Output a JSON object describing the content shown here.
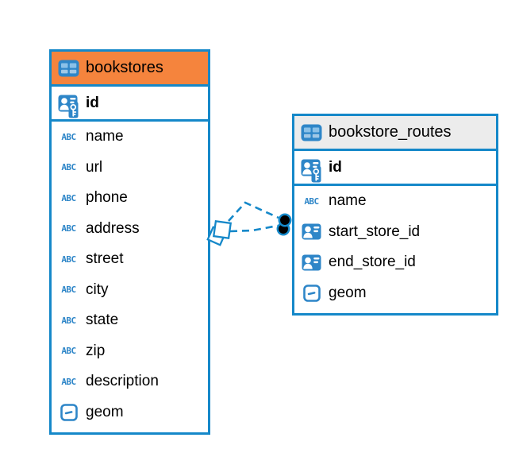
{
  "colors": {
    "accent_blue": "#1588c9",
    "icon_blue": "#2e86c8",
    "icon_light_blue": "#8ac1e8",
    "header_orange": "#f5843d",
    "header_gray": "#ececec",
    "text": "#000000",
    "endpoint_black": "#000000",
    "background": "#ffffff"
  },
  "tables": [
    {
      "name": "bookstores",
      "header_color": "#f5843d",
      "columns": [
        {
          "name": "id",
          "icon": "primary-key"
        },
        {
          "name": "name",
          "icon": "text"
        },
        {
          "name": "url",
          "icon": "text"
        },
        {
          "name": "phone",
          "icon": "text"
        },
        {
          "name": "address",
          "icon": "text"
        },
        {
          "name": "street",
          "icon": "text"
        },
        {
          "name": "city",
          "icon": "text"
        },
        {
          "name": "state",
          "icon": "text"
        },
        {
          "name": "zip",
          "icon": "text"
        },
        {
          "name": "description",
          "icon": "text"
        },
        {
          "name": "geom",
          "icon": "geometry"
        }
      ]
    },
    {
      "name": "bookstore_routes",
      "header_color": "#ececec",
      "columns": [
        {
          "name": "id",
          "icon": "primary-key"
        },
        {
          "name": "name",
          "icon": "text"
        },
        {
          "name": "start_store_id",
          "icon": "foreign-key"
        },
        {
          "name": "end_store_id",
          "icon": "foreign-key"
        },
        {
          "name": "geom",
          "icon": "geometry"
        }
      ]
    }
  ],
  "connector": {
    "from_table": "bookstores",
    "to_table": "bookstore_routes",
    "style": "dashed",
    "line_count": 2
  },
  "text_type_icon_label": "ABC"
}
